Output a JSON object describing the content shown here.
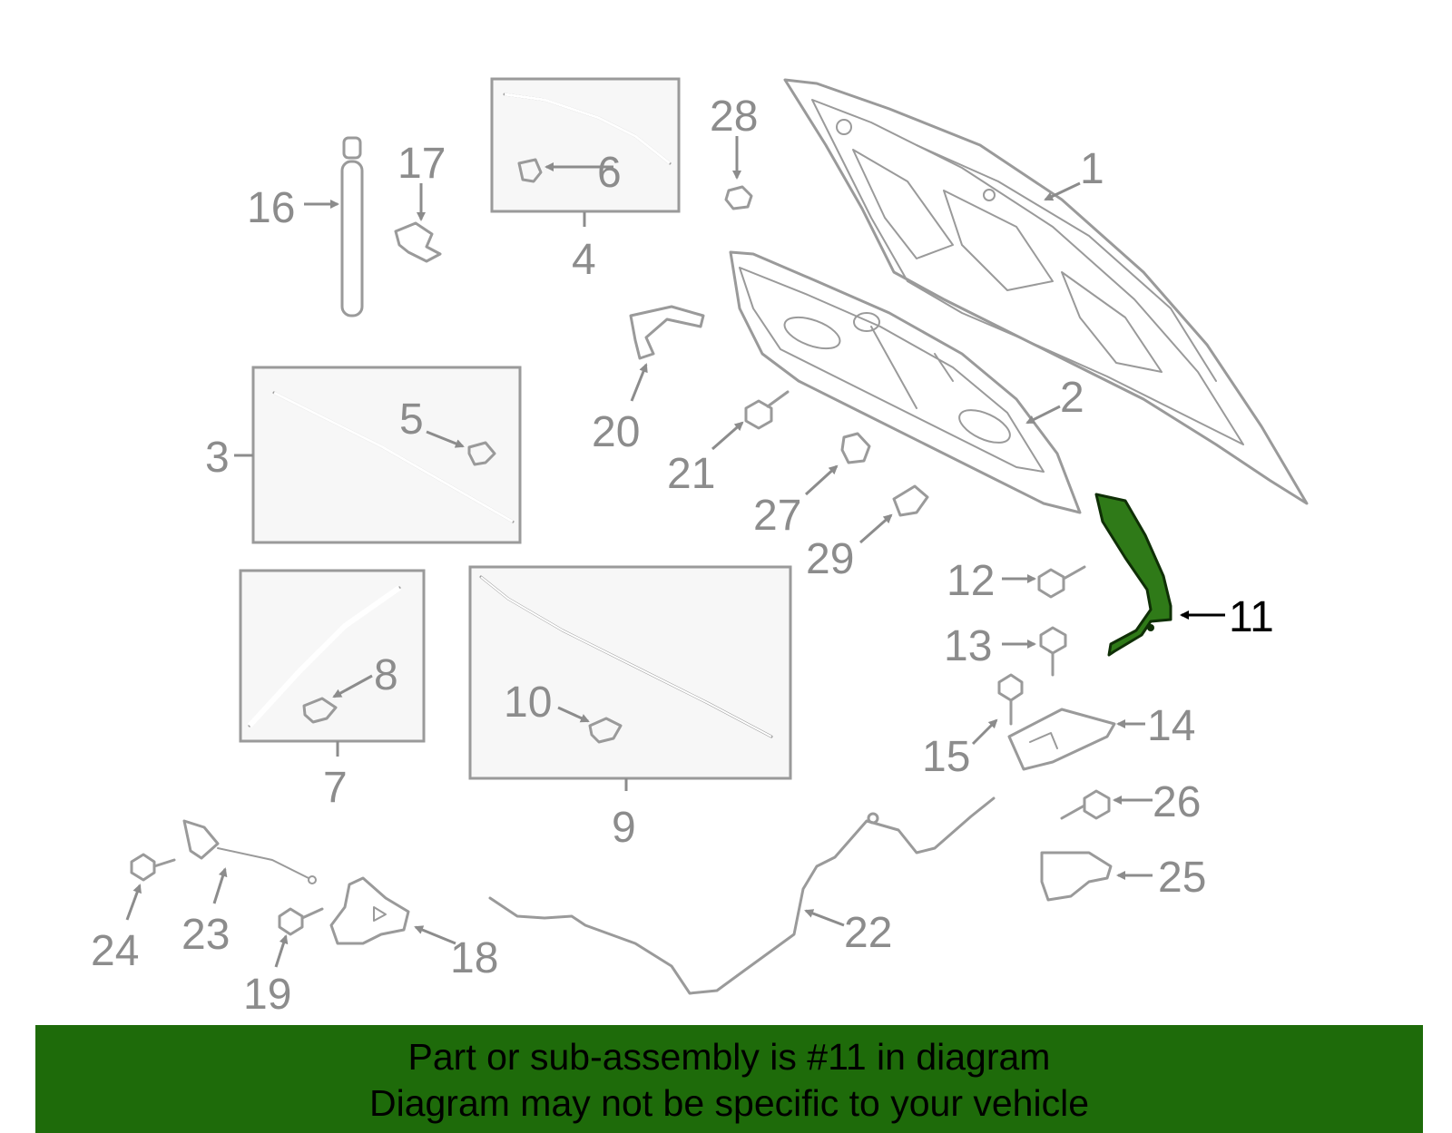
{
  "diagram": {
    "highlight_color": "#2f7a18",
    "callouts": {
      "c1": "1",
      "c2": "2",
      "c3": "3",
      "c4": "4",
      "c5": "5",
      "c6": "6",
      "c7": "7",
      "c8": "8",
      "c9": "9",
      "c10": "10",
      "c11": "11",
      "c12": "12",
      "c13": "13",
      "c14": "14",
      "c15": "15",
      "c16": "16",
      "c17": "17",
      "c18": "18",
      "c19": "19",
      "c20": "20",
      "c21": "21",
      "c22": "22",
      "c23": "23",
      "c24": "24",
      "c25": "25",
      "c26": "26",
      "c27": "27",
      "c28": "28",
      "c29": "29"
    }
  },
  "banner": {
    "line1": "Part or sub-assembly is #11 in diagram",
    "line2": "Diagram may not be specific to your vehicle",
    "background": "#1e6b0a"
  }
}
